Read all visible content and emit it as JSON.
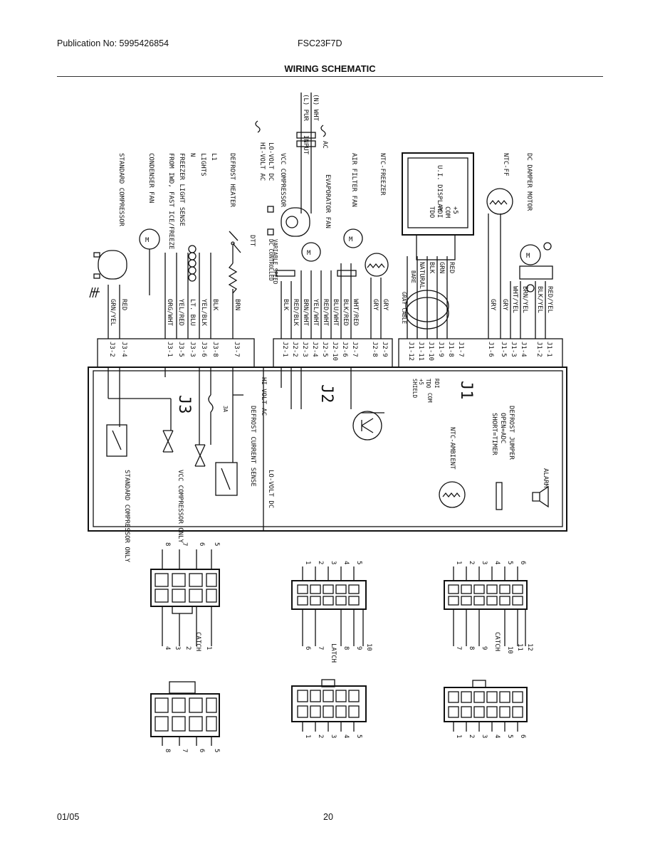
{
  "header": {
    "publication": "Publication No: 5995426854",
    "model": "FSC23F7D"
  },
  "title": "WIRING SCHEMATIC",
  "footer": {
    "date": "01/05",
    "page": "20"
  },
  "power": {
    "neutral": "(N) WHT",
    "line": "(L) PUR",
    "input": "INPUT",
    "ac": "AC",
    "hi_volt_ac": "HI-VOLT AC",
    "lo_volt_dc": "LO-VOLT DC"
  },
  "components": {
    "standard_compressor": "STANDARD COMPRESSOR",
    "condenser_fan": "CONDENSER FAN",
    "from_iwd": "FROM IWD, FAST ICE/FREEZE",
    "freezer_light_sense": "FREEZER LIGHT SENSE",
    "lights": "LIGHTS",
    "n": "N",
    "l1": "L1",
    "defrost_heater": "DEFROST HEATER",
    "dtt": "DTT",
    "vcc_compressor": "VCC COMPRESSOR",
    "variable_speed": "VARIABLE SPEED",
    "dc_controlled": "DC CONTROLLED",
    "evaporator_fan": "EVAPORATOR FAN",
    "air_filter_fan": "AIR FILTER FAN",
    "ntc_freezer": "NTC-FREEZER",
    "ui_display": "U.I. DISPLAY",
    "ui_pins": [
      "TDO",
      "RDI",
      "COM",
      "+5"
    ],
    "ntc_ff": "NTC-FF",
    "dc_damper_motor": "DC DAMPER MOTOR",
    "gray_cable": "GRAY CABLE",
    "bare": "BARE"
  },
  "wires": {
    "j3": [
      "GRN/YEL",
      "RED",
      "ORG/WHT",
      "YEL/RED",
      "LT. BLU",
      "YEL/BLK",
      "BLK",
      "BRN"
    ],
    "j3_pins": [
      "J3-2",
      "J3-4",
      "J3-1",
      "J3-5",
      "J3-3",
      "J3-6",
      "J3-8",
      "J3-7"
    ],
    "j2": [
      "BLK",
      "RED/BLK",
      "BRN/WHT",
      "YEL/WHT",
      "RED/WHT",
      "BLU/WHT",
      "BLK/RED",
      "WHT/RED",
      "GRY",
      "GRY"
    ],
    "j2_pins": [
      "J2-1",
      "J2-2",
      "J2-3",
      "J2-4",
      "J2-5",
      "J2-10",
      "J2-6",
      "J2-7",
      "J2-8",
      "J2-9"
    ],
    "j1": [
      "NATURAL",
      "BLK",
      "GRN",
      "RED",
      "GRY",
      "GRY",
      "WHT/YEL",
      "BRN/YEL",
      "BLK/YEL",
      "RED/YEL"
    ],
    "j1_pins": [
      "J1-12",
      "J1-11",
      "J1-10",
      "J1-9",
      "J1-8",
      "J1-7",
      "J1-6",
      "J1-5",
      "J1-3",
      "J1-4",
      "J1-2",
      "J1-1"
    ]
  },
  "board": {
    "j1": "J1",
    "j2": "J2",
    "j3": "J3",
    "defrost_jumper": "DEFROST JUMPER",
    "open_adc": "OPEN=ADC",
    "short_timer": "SHORT=TIMER",
    "alarm": "ALARM",
    "ntc_ambient": "NTC-AMBIENT",
    "pin_labels": [
      "RDI",
      "TDO",
      "+5",
      "COM",
      "SHIELD"
    ],
    "hi_volt_ac": "HI-VOLT AC",
    "defrost_current_sense": "DEFROST CURRENT SENSE",
    "lo_volt_dc": "LO-VOLT DC",
    "vcc_compressor_only": "VCC COMPRESSOR ONLY",
    "standard_compressor_only": "STANDARD COMPRESSOR ONLY",
    "fuse": "3A"
  },
  "connectors": {
    "catch": "CATCH",
    "latch": "LATCH",
    "c8_top": [
      "8",
      "7",
      "6",
      "5"
    ],
    "c8_bottom": [
      "4",
      "3",
      "2",
      "1"
    ],
    "c10_top": [
      "1",
      "2",
      "3",
      "4",
      "5"
    ],
    "c10_bottom": [
      "6",
      "7",
      "8",
      "9",
      "10"
    ],
    "c12_top": [
      "1",
      "2",
      "3",
      "4",
      "5",
      "6"
    ],
    "c12_bottom": [
      "7",
      "8",
      "9",
      "10",
      "11",
      "12"
    ]
  }
}
